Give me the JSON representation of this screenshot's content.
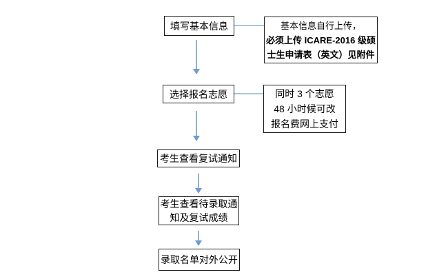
{
  "diagram": {
    "type": "flowchart",
    "background_color": "#ffffff",
    "border_color": "#1a1a1a",
    "arrow_color": "#8fb0d8",
    "arrowhead_color": "#6f9bcd",
    "connector_color": "#aac4e0",
    "steps": {
      "step1": {
        "label": "填写基本信息"
      },
      "step2": {
        "label": "选择报名志愿"
      },
      "step3": {
        "label": "考生查看复试通知"
      },
      "step4": {
        "line1": "考生查看待录取通",
        "line2": "知及复试成绩"
      },
      "step5": {
        "label": "录取名单对外公开"
      }
    },
    "notes": {
      "note1": {
        "line1": "基本信息自行上传，",
        "line2": "必须上传 ICARE-2016 级硕",
        "line3": "士生申请表（英文）见附件"
      },
      "note2": {
        "line1": "同时 3 个志愿",
        "line2": "48 小时候可改",
        "line3": "报名费网上支付"
      }
    }
  }
}
